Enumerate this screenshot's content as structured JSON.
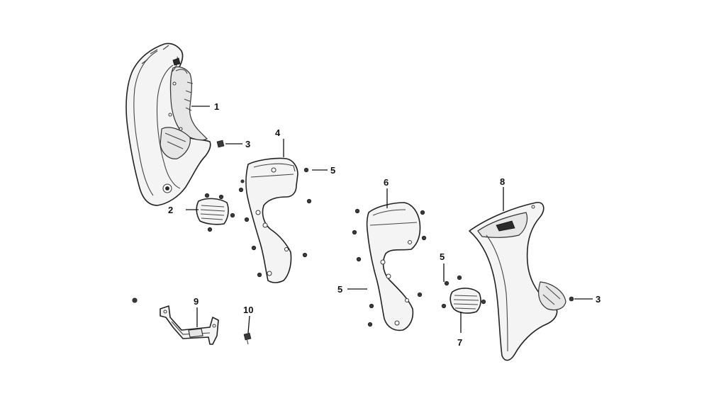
{
  "callouts": {
    "c1": "1",
    "c2": "2",
    "c3a": "3",
    "c3b": "3",
    "c4": "4",
    "c5a": "5",
    "c5b": "5",
    "c5c": "5",
    "c6": "6",
    "c7": "7",
    "c8": "8",
    "c9": "9",
    "c10": "10"
  }
}
